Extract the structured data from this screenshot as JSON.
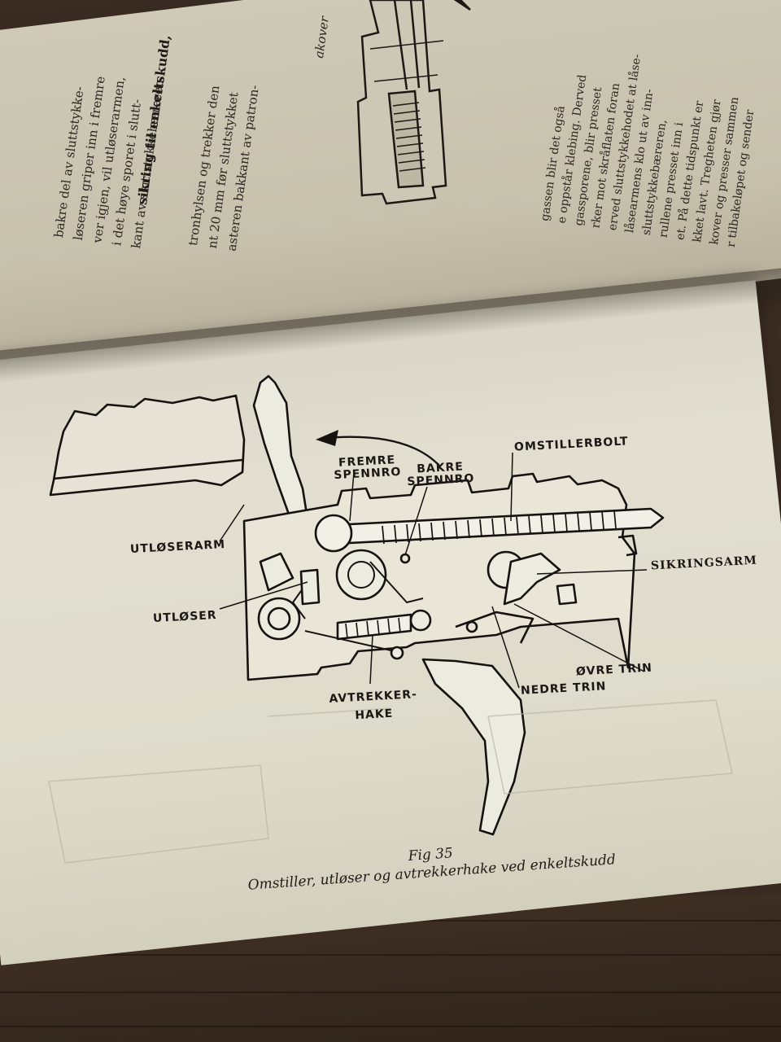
{
  "page": {
    "top_left_column": [
      "bakre del av sluttstykke-",
      "løseren griper inn i fremre",
      "ver igjen, vil utløserarmen,",
      "i det høye sporet i slutt-",
      "kant av sluttstykkebæreren"
    ],
    "top_left_heading": "sikring til enkeltskudd,",
    "top_middle_column": [
      "tronhylsen og trekker den",
      "nt 20 mm før sluttstykket",
      "asteren bakkant av patron-"
    ],
    "top_middle_italic": "akover",
    "top_right_column": [
      "gassen blir det også",
      "e oppstår klebing. Derved",
      "gassporene, blir presset",
      "rker mot skråflaten foran",
      "erved sluttstykkehodet at låse-",
      "låsearmens klo ut av inn-",
      "sluttstykkebæreren,",
      "rullene presset inn i",
      "et. På dette tidspunkt er",
      "kket lavt. Tregheten gjør",
      "kover og presser sammen",
      "r tilbakeløpet og sender"
    ]
  },
  "diagram": {
    "labels": {
      "omstillerbolt": "OMSTILLERBOLT",
      "fremre_spennro": "FREMRE\nSPENNRO",
      "bakre_spennro": "BAKRE\nSPENNRO",
      "utloserarm": "UTLØSERARM",
      "utloser": "UTLØSER",
      "sikringsarm": "SIKRINGSARM",
      "ovre_trin": "ØVRE TRIN",
      "nedre_trin": "NEDRE TRIN",
      "avtrekkerhake": "AVTREKKER-\nHAKE"
    },
    "caption_figure": "Fig 35",
    "caption_text": "Omstiller, utløser og avtrekkerhake ved enkeltskudd"
  }
}
